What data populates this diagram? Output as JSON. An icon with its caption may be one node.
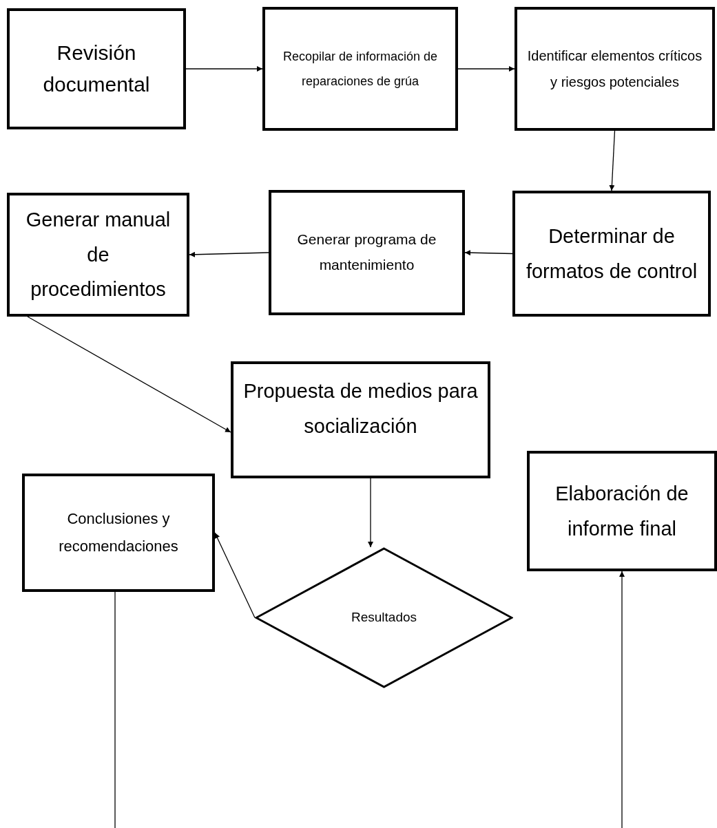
{
  "diagram": {
    "nodes": [
      {
        "text": [
          "Revisión documental"
        ]
      },
      {
        "text": [
          "Recopilar de información de reparaciones de grúa"
        ]
      },
      {
        "text": [
          "Identificar elementos críticos y riesgos potenciales"
        ]
      },
      {
        "text": [
          "Determinar de formatos de control"
        ]
      },
      {
        "text": [
          "Generar programa de mantenimiento"
        ]
      },
      {
        "text": [
          "Generar manual de procedimientos"
        ]
      },
      {
        "text": [
          "Propuesta de medios para socialización"
        ]
      },
      {
        "text": [
          "Resultados"
        ]
      },
      {
        "text": [
          "Conclusiones y recomendaciones"
        ]
      },
      {
        "text": [
          "Elaboración de informe final"
        ]
      }
    ],
    "edges": [
      {
        "from": 0,
        "to": 1,
        "arrow": "to"
      },
      {
        "from": 1,
        "to": 2,
        "arrow": "to"
      },
      {
        "from": 2,
        "to": 3,
        "arrow": "to"
      },
      {
        "from": 3,
        "to": 4,
        "arrow": "to"
      },
      {
        "from": 4,
        "to": 5,
        "arrow": "to"
      },
      {
        "from": 5,
        "to": 6,
        "arrow": "to"
      },
      {
        "from": 6,
        "to": 7,
        "arrow": "to"
      },
      {
        "from": 7,
        "to": 8,
        "arrow": "to"
      },
      {
        "from": 8,
        "to": null,
        "arrow": "none"
      },
      {
        "from": null,
        "to": 9,
        "arrow": "to"
      }
    ]
  }
}
